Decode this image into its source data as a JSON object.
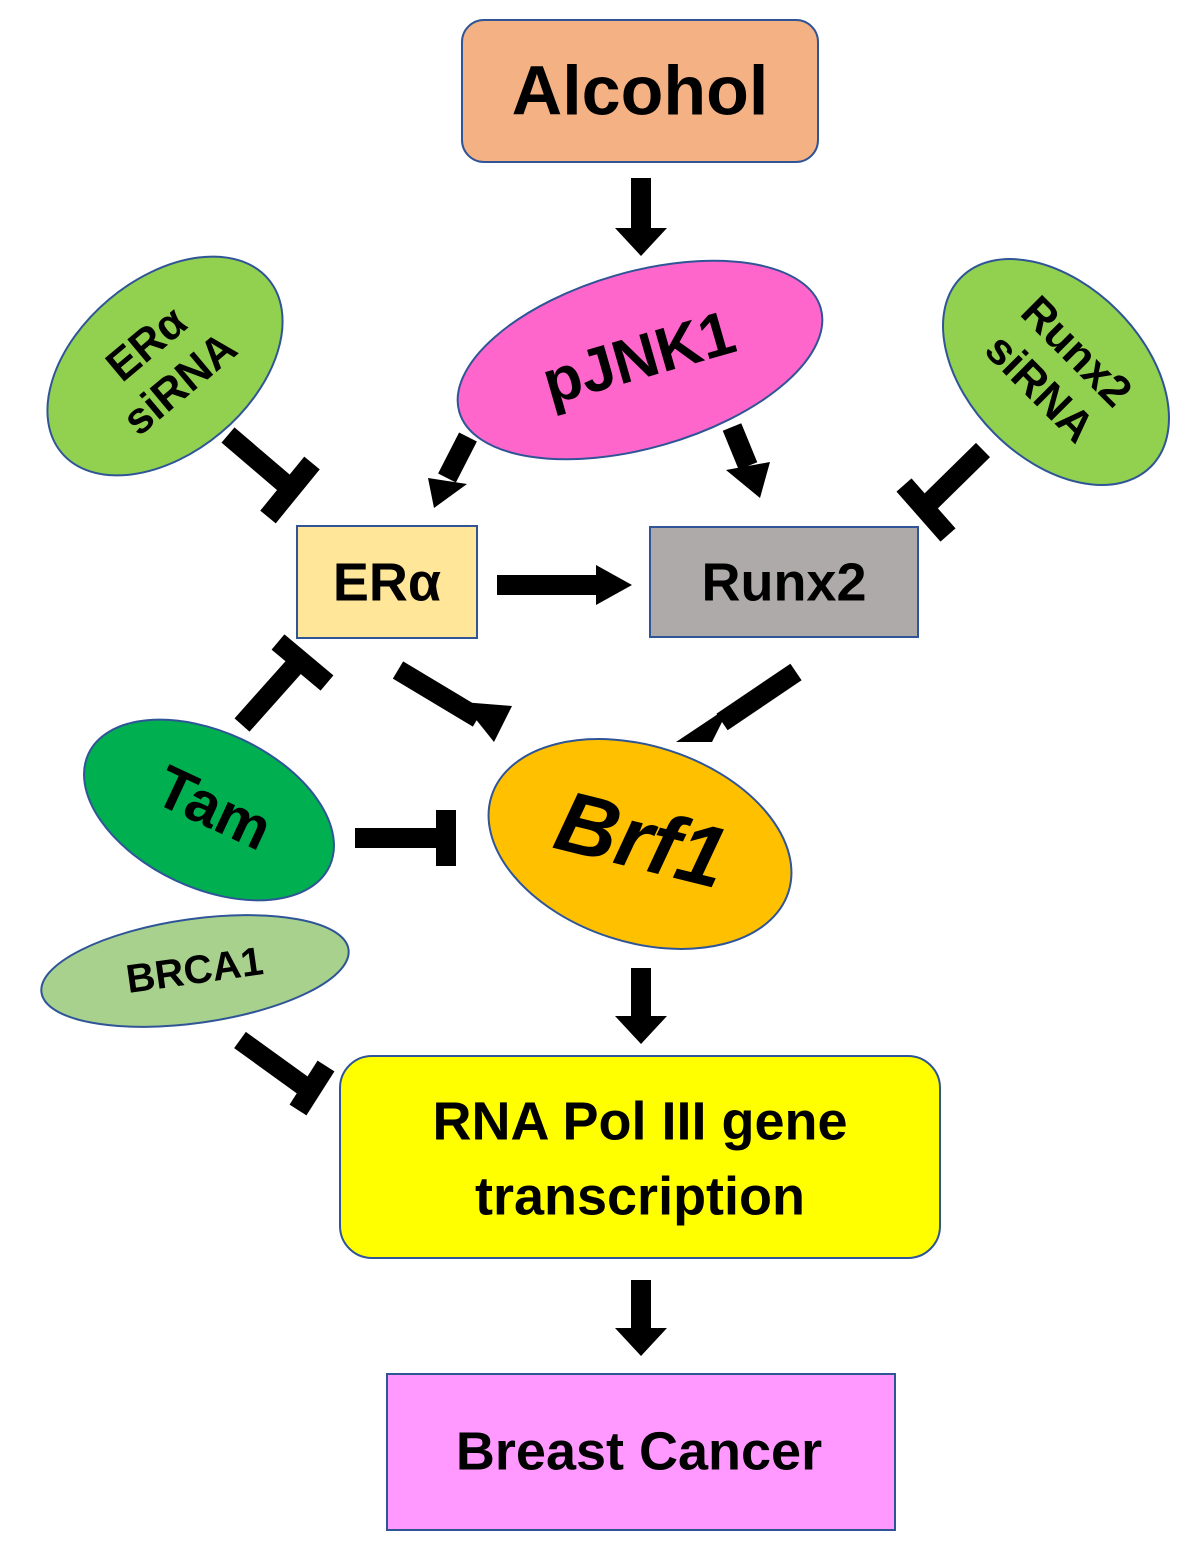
{
  "nodes": {
    "alcohol": {
      "label": "Alcohol",
      "fill": "#F4B183",
      "stroke": "#2F5597"
    },
    "pjnk1": {
      "label": "pJNK1",
      "fill": "#FF66CC",
      "stroke": "#2F5597"
    },
    "era_sirna": {
      "line1": "ERα",
      "line2": "siRNA",
      "fill": "#92D050",
      "stroke": "#2F5597"
    },
    "runx2_sirna": {
      "line1": "Runx2",
      "line2": "siRNA",
      "fill": "#92D050",
      "stroke": "#2F5597"
    },
    "era": {
      "label": "ERα",
      "fill": "#FFE699",
      "stroke": "#2F5597"
    },
    "runx2": {
      "label": "Runx2",
      "fill": "#AEAAAA",
      "stroke": "#2F5597"
    },
    "tam": {
      "label": "Tam",
      "fill": "#00B050",
      "stroke": "#2F5597"
    },
    "brf1": {
      "label": "Brf1",
      "fill": "#FFC000",
      "stroke": "#2F5597"
    },
    "brca1": {
      "label": "BRCA1",
      "fill": "#A9D18E",
      "stroke": "#2F5597"
    },
    "rna_pol": {
      "line1": "RNA Pol III gene",
      "line2": "transcription",
      "fill": "#FFFF00",
      "stroke": "#2F5597"
    },
    "breast_cancer": {
      "label": "Breast Cancer",
      "fill": "#FF99FF",
      "stroke": "#2F5597"
    }
  },
  "edges": [
    {
      "id": "alcohol-to-pjnk1",
      "from": "Alcohol",
      "to": "pJNK1",
      "type": "activation"
    },
    {
      "id": "pjnk1-to-era",
      "from": "pJNK1",
      "to": "ERα",
      "type": "activation"
    },
    {
      "id": "pjnk1-to-runx2",
      "from": "pJNK1",
      "to": "Runx2",
      "type": "activation"
    },
    {
      "id": "era-sirna-inhibits-era",
      "from": "ERα siRNA",
      "to": "ERα",
      "type": "inhibition"
    },
    {
      "id": "runx2-sirna-inhibits-runx2",
      "from": "Runx2 siRNA",
      "to": "Runx2",
      "type": "inhibition"
    },
    {
      "id": "era-to-runx2",
      "from": "ERα",
      "to": "Runx2",
      "type": "activation"
    },
    {
      "id": "era-to-brf1",
      "from": "ERα",
      "to": "Brf1",
      "type": "activation"
    },
    {
      "id": "runx2-to-brf1",
      "from": "Runx2",
      "to": "Brf1",
      "type": "activation"
    },
    {
      "id": "tam-inhibits-era",
      "from": "Tam",
      "to": "ERα",
      "type": "inhibition"
    },
    {
      "id": "tam-inhibits-brf1",
      "from": "Tam",
      "to": "Brf1",
      "type": "inhibition"
    },
    {
      "id": "brf1-to-rna-pol",
      "from": "Brf1",
      "to": "RNA Pol III gene transcription",
      "type": "activation"
    },
    {
      "id": "brca1-inhibits-rna-pol",
      "from": "BRCA1",
      "to": "RNA Pol III gene transcription",
      "type": "inhibition"
    },
    {
      "id": "rna-pol-to-breast-cancer",
      "from": "RNA Pol III gene transcription",
      "to": "Breast Cancer",
      "type": "activation"
    }
  ]
}
